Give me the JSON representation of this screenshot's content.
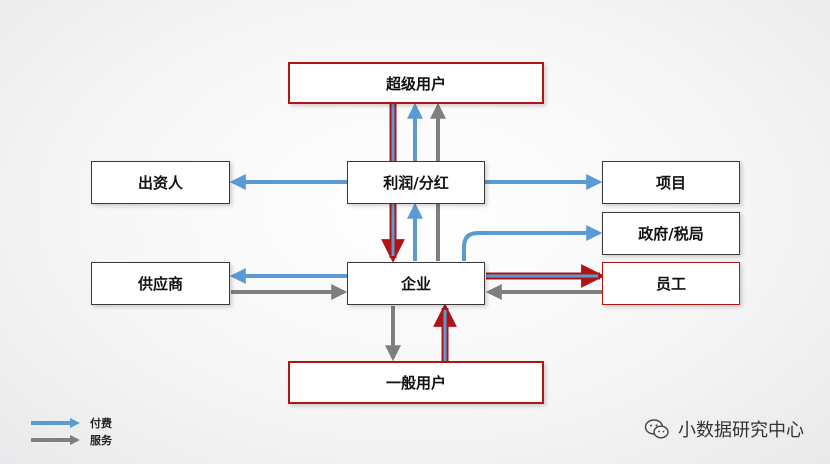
{
  "nodes": {
    "super_user": "超级用户",
    "investor": "出资人",
    "profit": "利润/分红",
    "project": "项目",
    "government": "政府/税局",
    "supplier": "供应商",
    "enterprise": "企业",
    "employee": "员工",
    "general_user": "一般用户"
  },
  "legend": {
    "payment": "付费",
    "service": "服务"
  },
  "watermark": "小数据研究中心",
  "colors": {
    "payment": "#5b9bd5",
    "service": "#7f7f7f",
    "highlight": "#b01515"
  }
}
